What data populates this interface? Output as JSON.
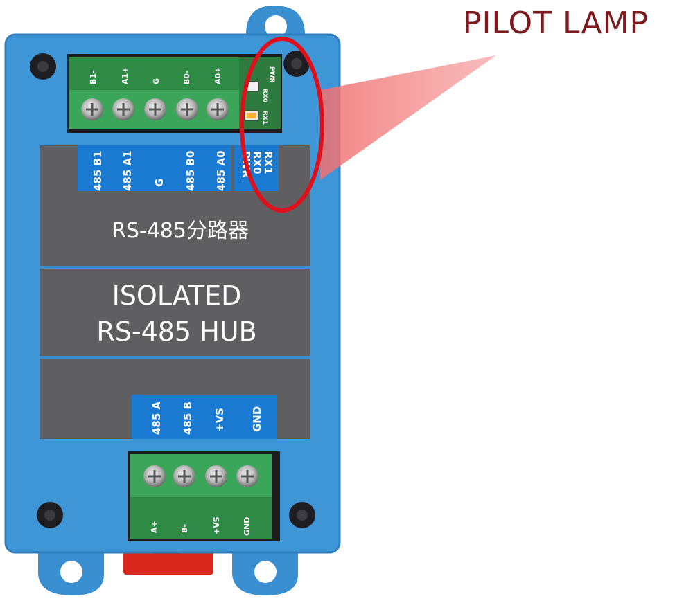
{
  "callout": {
    "title": "PILOT LAMP",
    "colors": {
      "ellipse": "#e0101a",
      "beam": "#f48c8c",
      "title": "#7d1a1e"
    }
  },
  "device": {
    "colors": {
      "housing": "#3f96d6",
      "panel": "#5f5f62",
      "terminal": "#2f8a45",
      "label_band": "#1a7ad2"
    },
    "top_terminal": {
      "wire_labels": [
        "B1-",
        "A1+",
        "G",
        "B0-",
        "A0+"
      ],
      "led_labels": [
        "PWR",
        "RX0",
        "RX1"
      ]
    },
    "top_port_labels": [
      "485 B1",
      "485 A1",
      "G",
      "485 B0",
      "485 A0"
    ],
    "indicator_labels": [
      "PWR",
      "RX0",
      "RX1"
    ],
    "product_name_cn": "RS-485分路器",
    "product_title": {
      "line1": "ISOLATED",
      "line2": "RS-485 HUB"
    },
    "bottom_port_labels": [
      "485 A",
      "485 B",
      "+VS",
      "GND"
    ],
    "bottom_terminal": {
      "wire_labels": [
        "A+",
        "B-",
        "+VS",
        "GND"
      ]
    }
  }
}
